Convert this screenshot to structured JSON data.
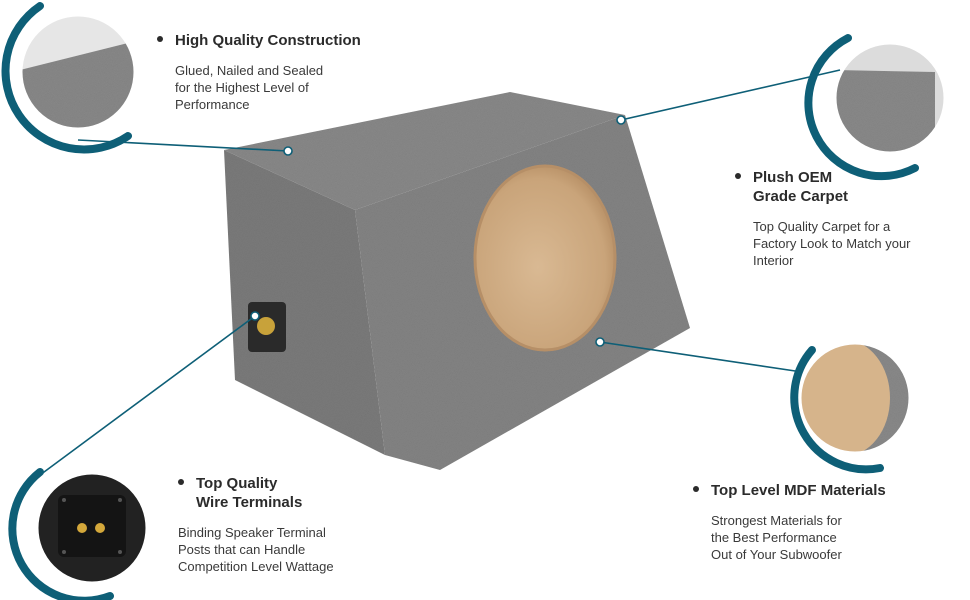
{
  "colors": {
    "accent": "#0e5f77",
    "carpet": "#7b7b7b",
    "mdf": "#d8b894"
  },
  "callouts": {
    "construction": {
      "icon": "bullet-dot-icon",
      "title": "High Quality Construction",
      "desc": "Glued, Nailed and Sealed\nfor the Highest Level of\nPerformance"
    },
    "carpet": {
      "icon": "bullet-dot-icon",
      "title_line1": "Plush OEM",
      "title_line2": "Grade Carpet",
      "desc": "Top Quality Carpet for a\nFactory Look to Match your\nInterior"
    },
    "terminals": {
      "icon": "bullet-dot-icon",
      "title_line1": "Top Quality",
      "title_line2": "Wire Terminals",
      "desc": "Binding Speaker Terminal\nPosts that can Handle\nCompetition Level Wattage"
    },
    "mdf": {
      "icon": "bullet-dot-icon",
      "title": "Top Level MDF Materials",
      "desc": "Strongest Materials for\nthe Best Performance\nOut of  Your Subwoofer"
    }
  }
}
